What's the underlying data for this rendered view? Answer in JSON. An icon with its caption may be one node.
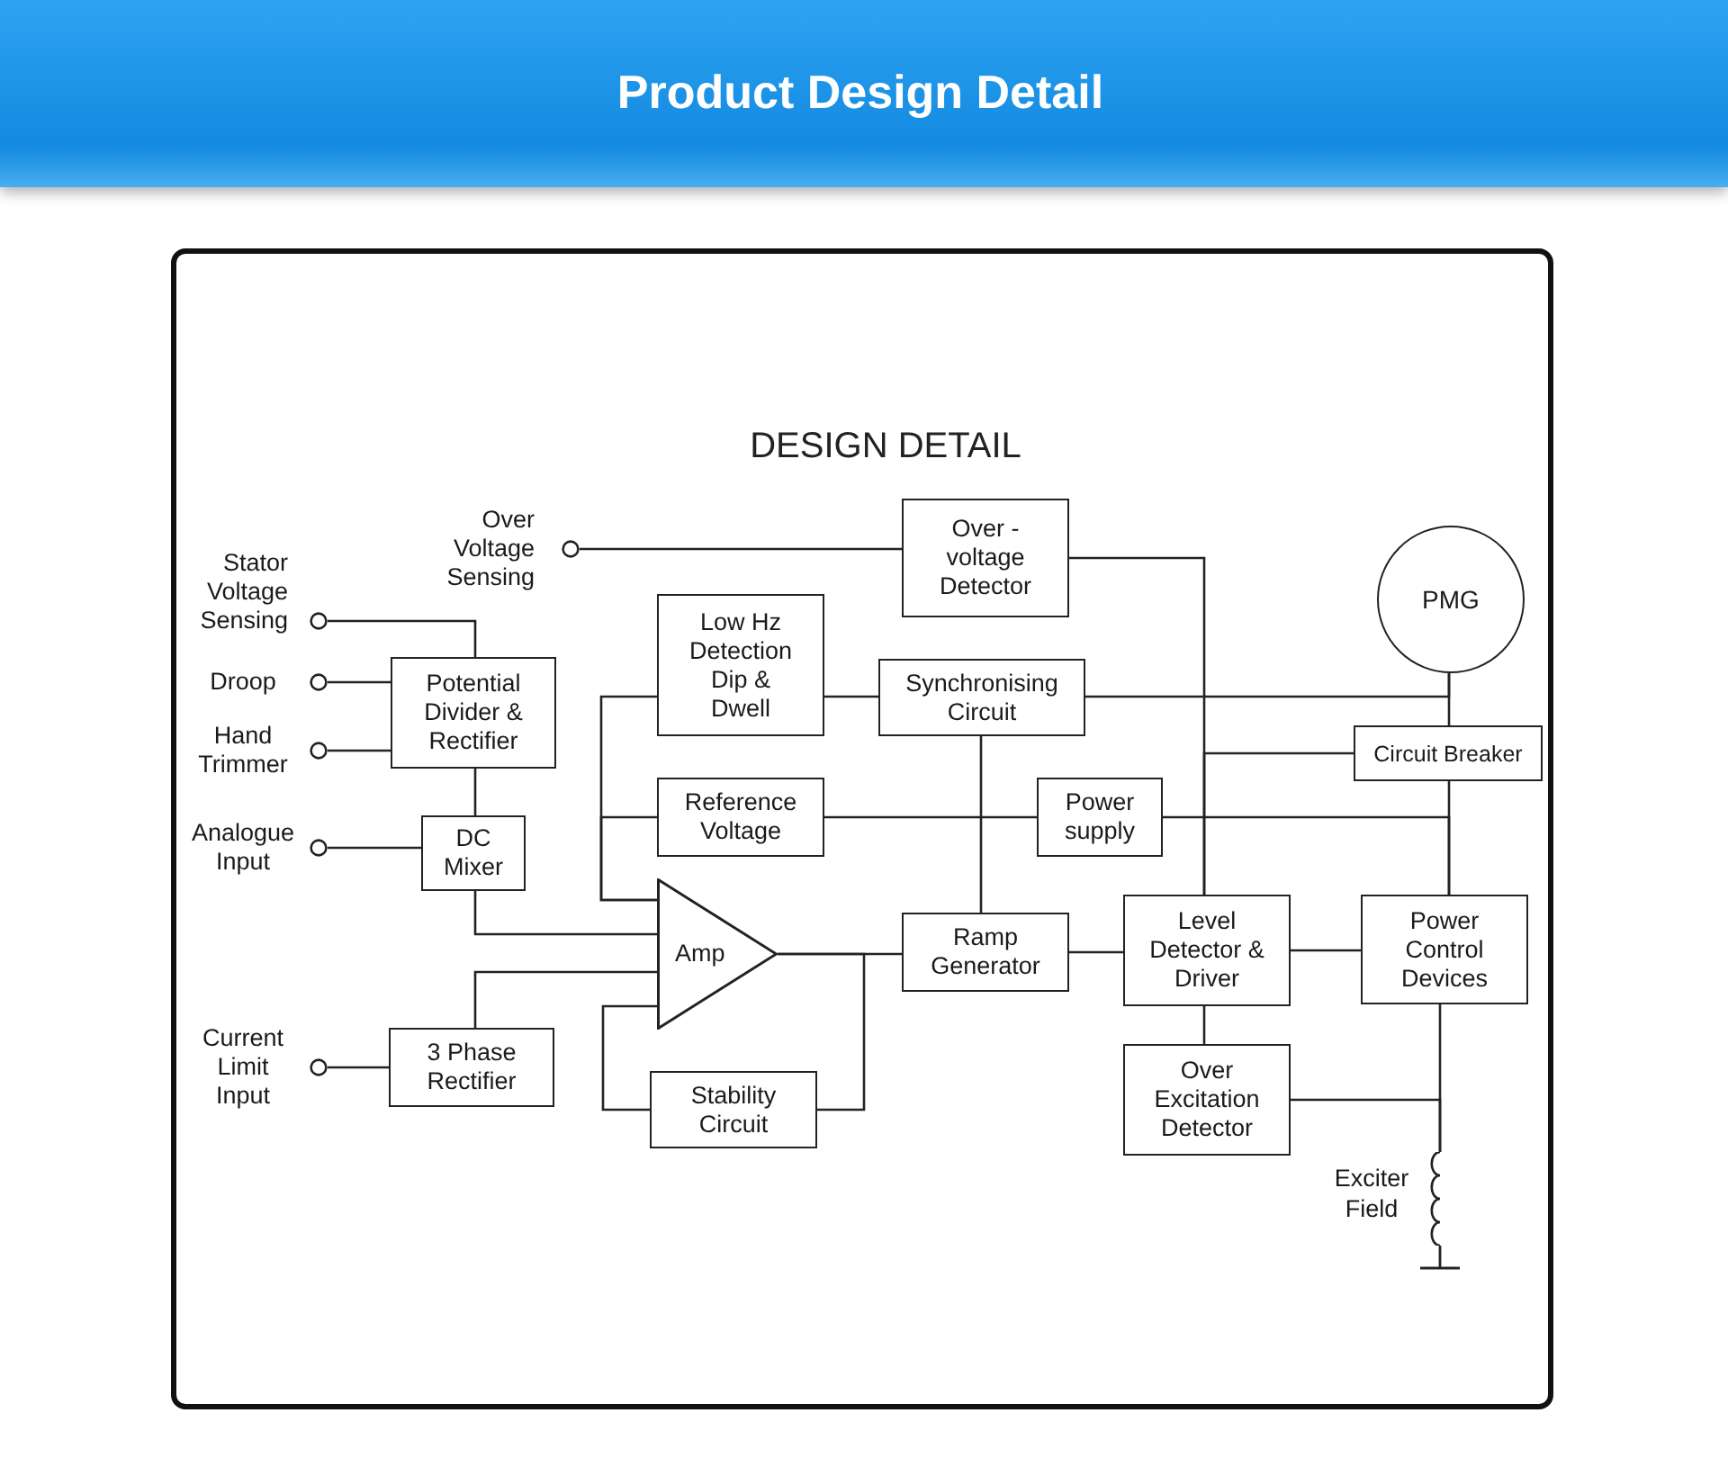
{
  "diagram": {
    "title": "Product Design Detail",
    "nodes": [
      {
        "text": [
          "Over Voltage Sensing"
        ]
      },
      {
        "text": [
          "Over - voltage Detector"
        ]
      },
      {
        "text": [
          "PMG"
        ]
      },
      {
        "text": [
          "Stator Voltage Sensing"
        ]
      },
      {
        "text": [
          "Low Hz Detection Dip & Dwell"
        ]
      },
      {
        "text": [
          "Droop"
        ]
      },
      {
        "text": [
          "Potential Divider & Rectifier"
        ]
      },
      {
        "text": [
          "Synchronising Circuit"
        ]
      },
      {
        "text": [
          "Hand Trimmer"
        ]
      },
      {
        "text": [
          "Circuit Breaker"
        ]
      },
      {
        "text": [
          "Reference Voltage"
        ]
      },
      {
        "text": [
          "Power supply"
        ]
      },
      {
        "text": [
          "Analogue Input"
        ]
      },
      {
        "text": [
          "DC Mixer"
        ]
      },
      {
        "text": [
          "Amp"
        ]
      },
      {
        "text": [
          "Ramp Generator"
        ]
      },
      {
        "text": [
          "Level Detector & Driver"
        ]
      },
      {
        "text": [
          "Power Control Devices"
        ]
      },
      {
        "text": [
          "Current Limit Input"
        ]
      },
      {
        "text": [
          "3 Phase Rectifier"
        ]
      },
      {
        "text": [
          "Stability Circuit"
        ]
      },
      {
        "text": [
          "Over Excitation Detector"
        ]
      },
      {
        "text": [],
        "shape": "coil",
        "beside": [
          "Exciter Field"
        ]
      }
    ],
    "edges": [
      {
        "from": 0,
        "to": 1,
        "arrow": "none"
      },
      {
        "from": 1,
        "to": 16,
        "arrow": "none"
      },
      {
        "from": 3,
        "to": 6,
        "arrow": "none"
      },
      {
        "from": 5,
        "to": 6,
        "arrow": "none"
      },
      {
        "from": 8,
        "to": 6,
        "arrow": "none"
      },
      {
        "from": 6,
        "to": 13,
        "arrow": "none"
      },
      {
        "from": 12,
        "to": 13,
        "arrow": "none"
      },
      {
        "from": 13,
        "to": 14,
        "arrow": "none"
      },
      {
        "from": 4,
        "to": 14,
        "arrow": "none"
      },
      {
        "from": 10,
        "to": 14,
        "arrow": "none"
      },
      {
        "from": 4,
        "to": 7,
        "arrow": "none"
      },
      {
        "from": 7,
        "to": 2,
        "arrow": "none"
      },
      {
        "from": 2,
        "to": 9,
        "arrow": "none"
      },
      {
        "from": 9,
        "to": 16,
        "arrow": "none"
      },
      {
        "from": 10,
        "to": 11,
        "arrow": "none"
      },
      {
        "from": 11,
        "to": 17,
        "arrow": "none"
      },
      {
        "from": 9,
        "to": 17,
        "arrow": "none"
      },
      {
        "from": 7,
        "to": 15,
        "arrow": "none"
      },
      {
        "from": 14,
        "to": 15,
        "arrow": "none"
      },
      {
        "from": 15,
        "to": 16,
        "arrow": "none"
      },
      {
        "from": 16,
        "to": 17,
        "arrow": "none"
      },
      {
        "from": 18,
        "to": 19,
        "arrow": "none"
      },
      {
        "from": 19,
        "to": 14,
        "arrow": "none"
      },
      {
        "from": 20,
        "to": 14,
        "arrow": "none"
      },
      {
        "from": 20,
        "to": 14,
        "arrow": "none"
      },
      {
        "from": 16,
        "to": 21,
        "arrow": "none"
      },
      {
        "from": 17,
        "to": 22,
        "arrow": "none"
      },
      {
        "from": 21,
        "to": 22,
        "arrow": "none"
      }
    ],
    "labels": [
      "DESIGN DETAIL"
    ]
  }
}
